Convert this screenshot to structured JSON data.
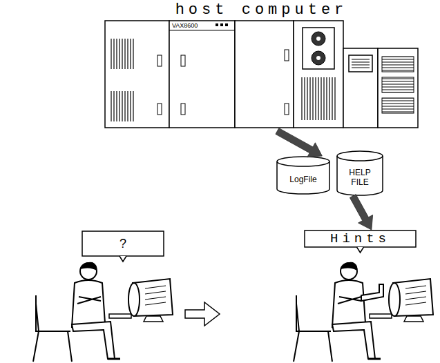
{
  "diagram": {
    "nodes": [
      {
        "text": [
          "host computer"
        ]
      },
      {
        "text": [
          "LogFile"
        ]
      },
      {
        "text": [
          "HELP FILE"
        ]
      },
      {
        "text": [
          "?"
        ]
      },
      {
        "text": [
          "Hints"
        ]
      }
    ],
    "edges": [
      {
        "from": 0,
        "to": 1,
        "arrow": "to"
      },
      {
        "from": 2,
        "to": 4,
        "arrow": "to"
      }
    ],
    "labels": [
      "VAX8600"
    ]
  }
}
